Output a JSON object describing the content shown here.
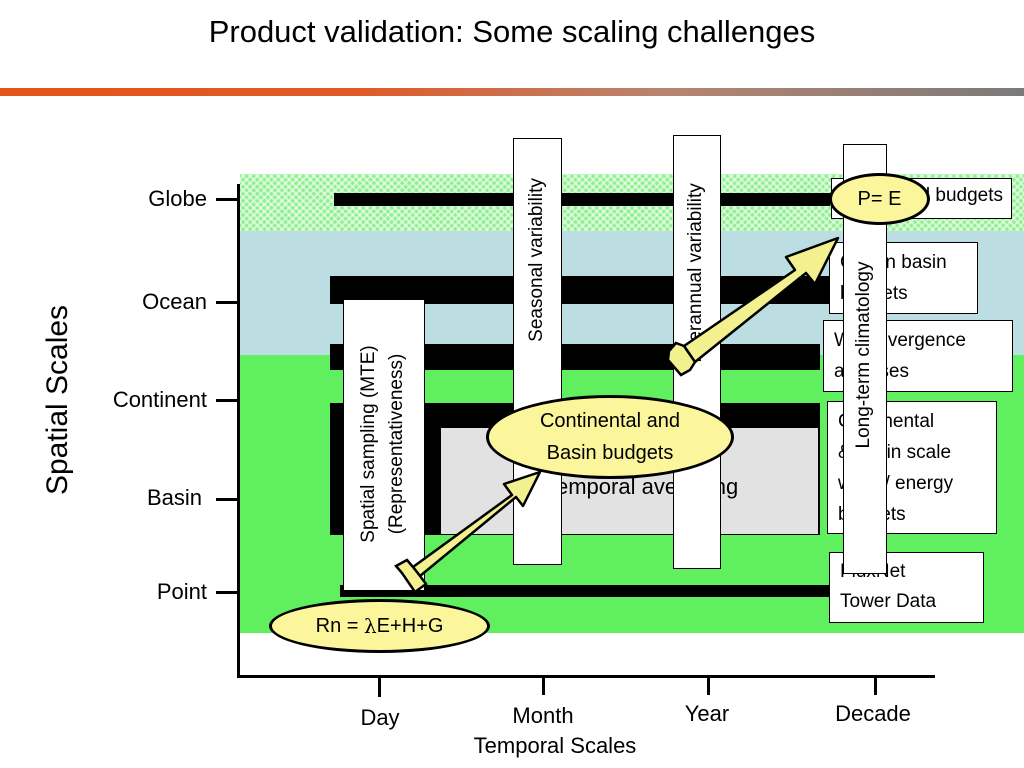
{
  "title": "Product validation: Some scaling challenges",
  "y_axis_title": "Spatial Scales",
  "x_axis_title": "Temporal Scales",
  "y_levels": [
    "Globe",
    "Ocean",
    "Continent",
    "Basin",
    "Point"
  ],
  "x_levels": [
    "Day",
    "Month",
    "Year",
    "Decade"
  ],
  "vertical_labels": {
    "seasonal": "Seasonal variability",
    "interannual": "Interannual variability",
    "longterm": "Long-term climatology",
    "spatial_line1": "Spatial sampling  (MTE)",
    "spatial_line2": "(Representativeness)"
  },
  "temporal_averaging": "Temporal averaging",
  "ellipses": {
    "pe": "P= E",
    "continental_line1": "Continental and",
    "continental_line2": "Basin budgets",
    "rn_prefix": "Rn = ",
    "rn_lambda": "λ",
    "rn_suffix": "E+H+G"
  },
  "right_boxes": {
    "global_budgets": "Global budgets",
    "ocean_line1": "Ocean basin",
    "ocean_line2": "budgets",
    "wv_line1": "WV Divergence",
    "wv_line2": "analyses",
    "cont_line1": "Continental",
    "cont_line2": "& basin scale",
    "cont_line3": "water/ energy",
    "cont_line4": "budgets",
    "flux_line1": "FluxNet",
    "flux_line2": "Tower Data"
  },
  "colors": {
    "title_rule_start": "#e3541a",
    "title_rule_end": "#7a7a7a",
    "band_light_green": "#8ef08e",
    "band_blue": "#bcdde2",
    "band_green": "#5fef5f",
    "ellipse_fill": "#fbf59c",
    "arrow_fill": "#f3f08f"
  }
}
